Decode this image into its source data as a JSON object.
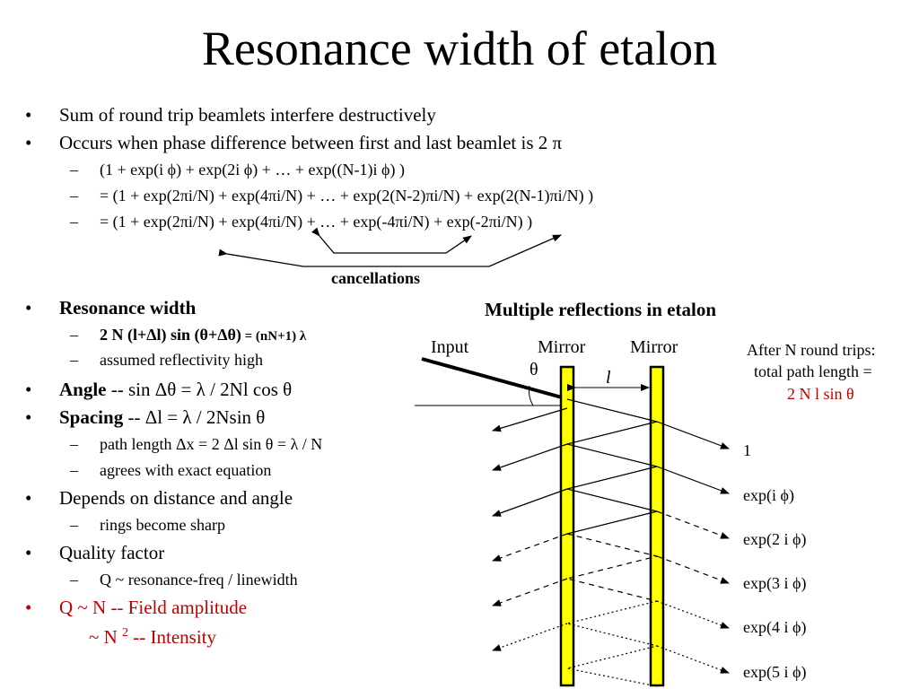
{
  "title": "Resonance width of etalon",
  "bullets": {
    "b1": "Sum of round trip beamlets interfere destructively",
    "b2": "Occurs when phase difference between first and last beamlet is 2 π",
    "b2_sub1": "(1 + exp(i ϕ) + exp(2i ϕ) + … + exp((N-1)i ϕ) )",
    "b2_sub2": "= (1 + exp(2πi/N) + exp(4πi/N) + … + exp(2(N-2)πi/N) + exp(2(N-1)πi/N) )",
    "b2_sub3": "= (1 + exp(2πi/N) + exp(4πi/N) + … + exp(-4πi/N) + exp(-2πi/N) )",
    "cancellations": "cancellations",
    "b3": "Resonance width",
    "b3_sub1_bold": "2 N (l+Δl) sin (θ+Δθ)",
    "b3_sub1_tail": " = (nN+1) λ",
    "b3_sub2": "assumed reflectivity high",
    "b4_bold": "Angle",
    "b4_rest": " -- sin Δθ = λ / 2Nl cos θ",
    "b5_bold": "Spacing",
    "b5_rest": " -- Δl = λ / 2Nsin θ",
    "b5_sub1": "path length Δx = 2 Δl sin θ = λ / N",
    "b5_sub2": "agrees with exact equation",
    "b6": "Depends on distance and angle",
    "b6_sub1": "rings become sharp",
    "b7": "Quality factor",
    "b7_sub1": "Q ~ resonance-freq / linewidth",
    "b8": "Q ~ N -- Field amplitude",
    "b8_line2_a": "~ N ",
    "b8_line2_sup": "2",
    "b8_line2_b": " -- Intensity"
  },
  "diagram": {
    "heading": "Multiple reflections in etalon",
    "input": "Input",
    "mirror1": "Mirror",
    "mirror2": "Mirror",
    "theta": "θ",
    "l": "l",
    "note1": "After N round trips:",
    "note2": "total path length =",
    "note3": "2 N l sin θ",
    "outputs": [
      "1",
      "exp(i ϕ)",
      "exp(2 i ϕ)",
      "exp(3 i ϕ)",
      "exp(4 i ϕ)",
      "exp(5 i ϕ)"
    ]
  },
  "colors": {
    "mirror_fill": "#ffff00",
    "accent_red": "#c00000"
  }
}
